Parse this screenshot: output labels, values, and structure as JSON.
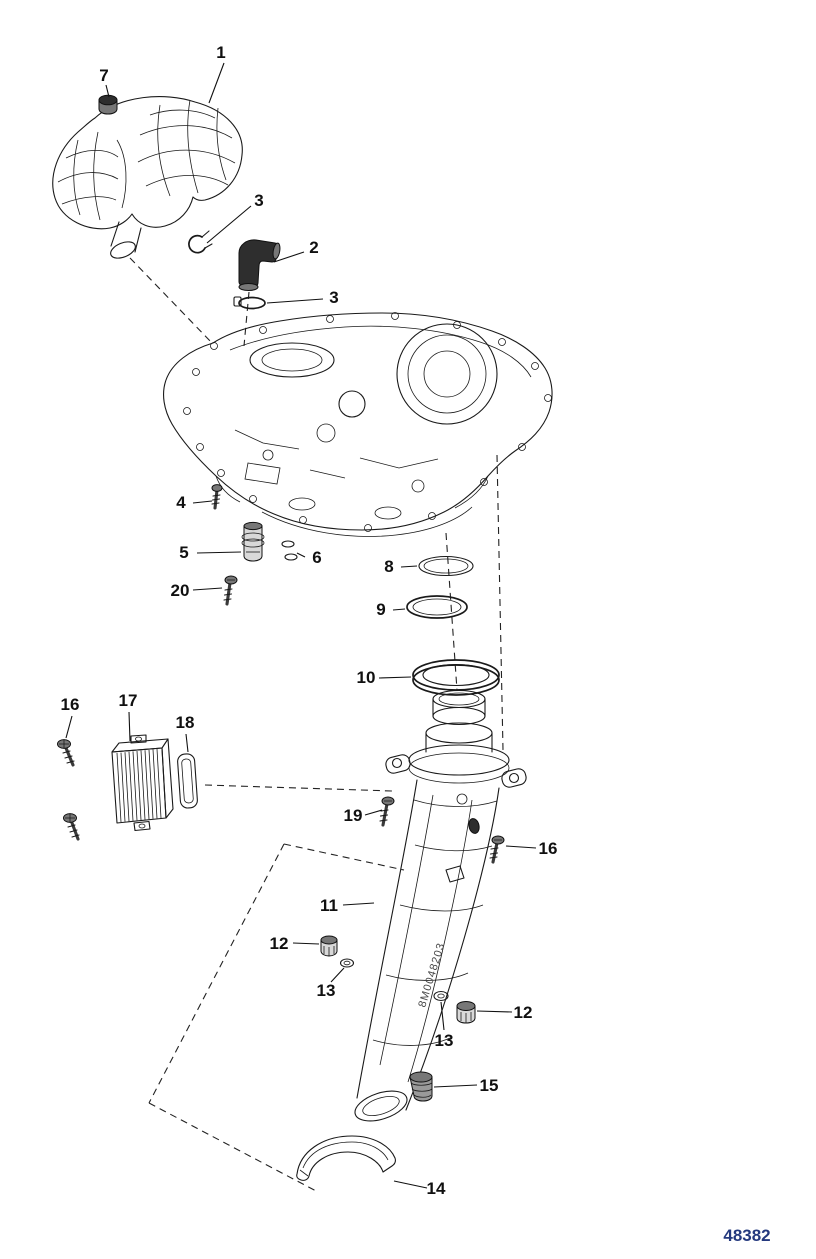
{
  "figure_number": "48382",
  "tube_marking": "8M0048203",
  "colors": {
    "ink": "#1a1a1a",
    "figure_number": "#24397e"
  },
  "callouts": [
    {
      "label": "1"
    },
    {
      "label": "7"
    },
    {
      "label": "3"
    },
    {
      "label": "2"
    },
    {
      "label": "3"
    },
    {
      "label": "4"
    },
    {
      "label": "5"
    },
    {
      "label": "6"
    },
    {
      "label": "8"
    },
    {
      "label": "20"
    },
    {
      "label": "9"
    },
    {
      "label": "10"
    },
    {
      "label": "16"
    },
    {
      "label": "17"
    },
    {
      "label": "18"
    },
    {
      "label": "19"
    },
    {
      "label": "16"
    },
    {
      "label": "11"
    },
    {
      "label": "12"
    },
    {
      "label": "13"
    },
    {
      "label": "13"
    },
    {
      "label": "12"
    },
    {
      "label": "15"
    },
    {
      "label": "14"
    }
  ]
}
